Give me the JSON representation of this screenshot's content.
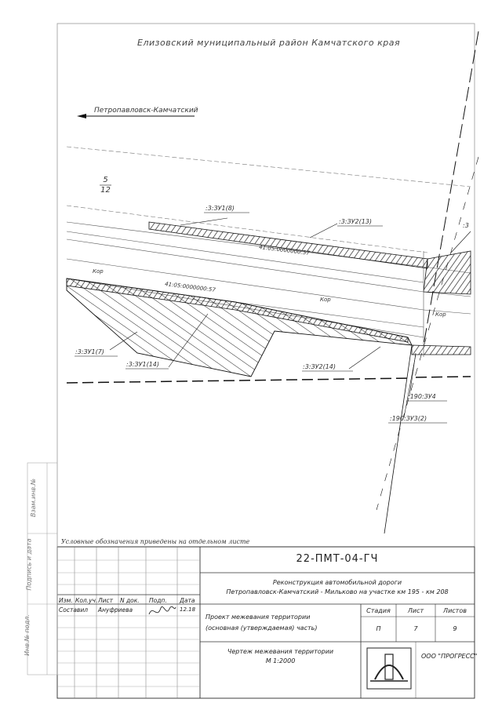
{
  "header": {
    "title": "Елизовский муниципальный район Камчатского края"
  },
  "direction": {
    "label": "Петропавловск-Камчатский"
  },
  "block": {
    "num": "5",
    "sub": "12"
  },
  "plots": {
    "zu8": ":3:ЗУ1(8)",
    "zu13": ":3:ЗУ2(13)",
    "zu7": ":3:ЗУ1(7)",
    "zu14a": ":3:ЗУ1(14)",
    "zu14b": ":3:ЗУ2(14)",
    "zu4": ":190:ЗУ4",
    "zu2": ":190:ЗУ3(2)",
    "edge": ":3"
  },
  "cadastral": {
    "a": "41:05:0000000:57",
    "b": "41:05:0000000:57"
  },
  "marks": {
    "m1": "Кор",
    "m2": "Кор",
    "m3": "Кор"
  },
  "legend_note": "Условные обозначения приведены на отдельном листе",
  "side": {
    "s1": "Взам.инв.№",
    "s2": "Подпись и дата",
    "s3": "Инв.№ подл."
  },
  "stamp": {
    "code": "22-ПМТ-04-ГЧ",
    "object_line1": "Реконструкция автомобильной дороги",
    "object_line2": "Петропавловск-Камчатский - Мильково на участке км 195 - км 208",
    "col_izm": "Изм.",
    "col_kol": "Кол.уч.",
    "col_list": "Лист",
    "col_doc": "N док.",
    "col_sign": "Подп.",
    "col_date": "Дата",
    "role": "Составил",
    "person": "Ануфриева",
    "date": "12.18",
    "doc_title_1": "Проект межевания территории",
    "doc_title_2": "(основная (утверждаемая) часть)",
    "stage_h": "Стадия",
    "sheet_h": "Лист",
    "sheets_h": "Листов",
    "stage": "П",
    "sheet": "7",
    "sheets": "9",
    "drawing_1": "Чертеж межевания территории",
    "drawing_2": "М 1:2000",
    "company": "ООО \"ПРОГРЕСС\""
  }
}
